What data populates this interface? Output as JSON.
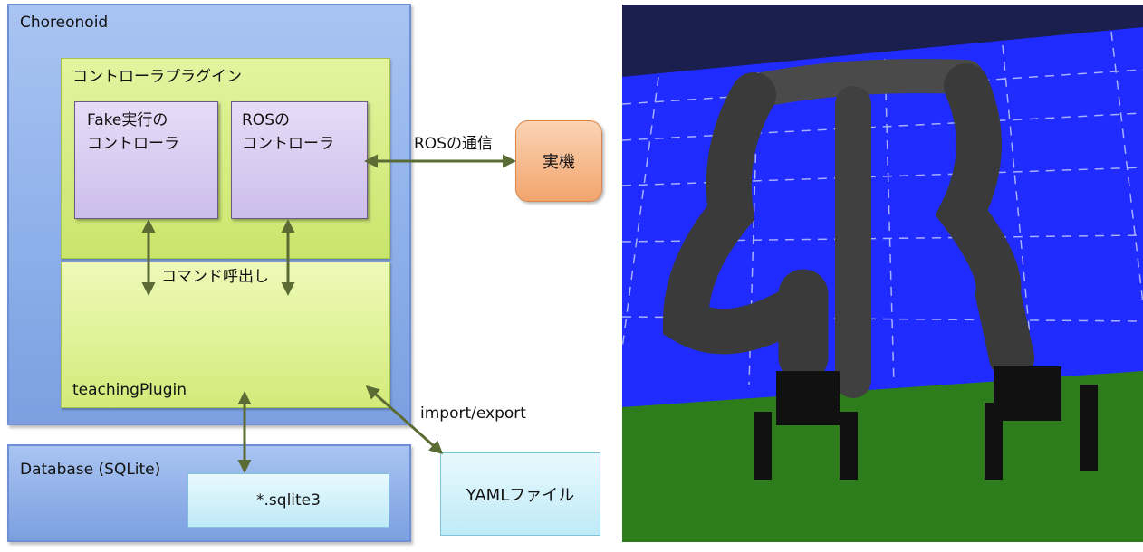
{
  "diagram": {
    "choreonoid": "Choreonoid",
    "controller_plugin": "コントローラプラグイン",
    "fake_controller": "Fake実行の\nコントローラ",
    "ros_controller": "ROSの\nコントローラ",
    "real_machine": "実機",
    "ros_communication": "ROSの通信",
    "command_call": "コマンド呼出し",
    "teaching_plugin": "teachingPlugin",
    "import_export": "import/export",
    "database": "Database (SQLite)",
    "sqlite_file": "*.sqlite3",
    "yaml_file": "YAMLファイル"
  },
  "colors": {
    "outer_blue": "#8eb0ea",
    "plugin_green": "#c9e56b",
    "controller_purple": "#cdbdeb",
    "machine_orange": "#f2a56e",
    "file_cyan": "#bfeaf7",
    "arrow": "#5a6b34"
  },
  "scene": {
    "sky": "#1a1f4e",
    "floor_grid": "#1f2bff",
    "ground": "#2e7d1c"
  }
}
